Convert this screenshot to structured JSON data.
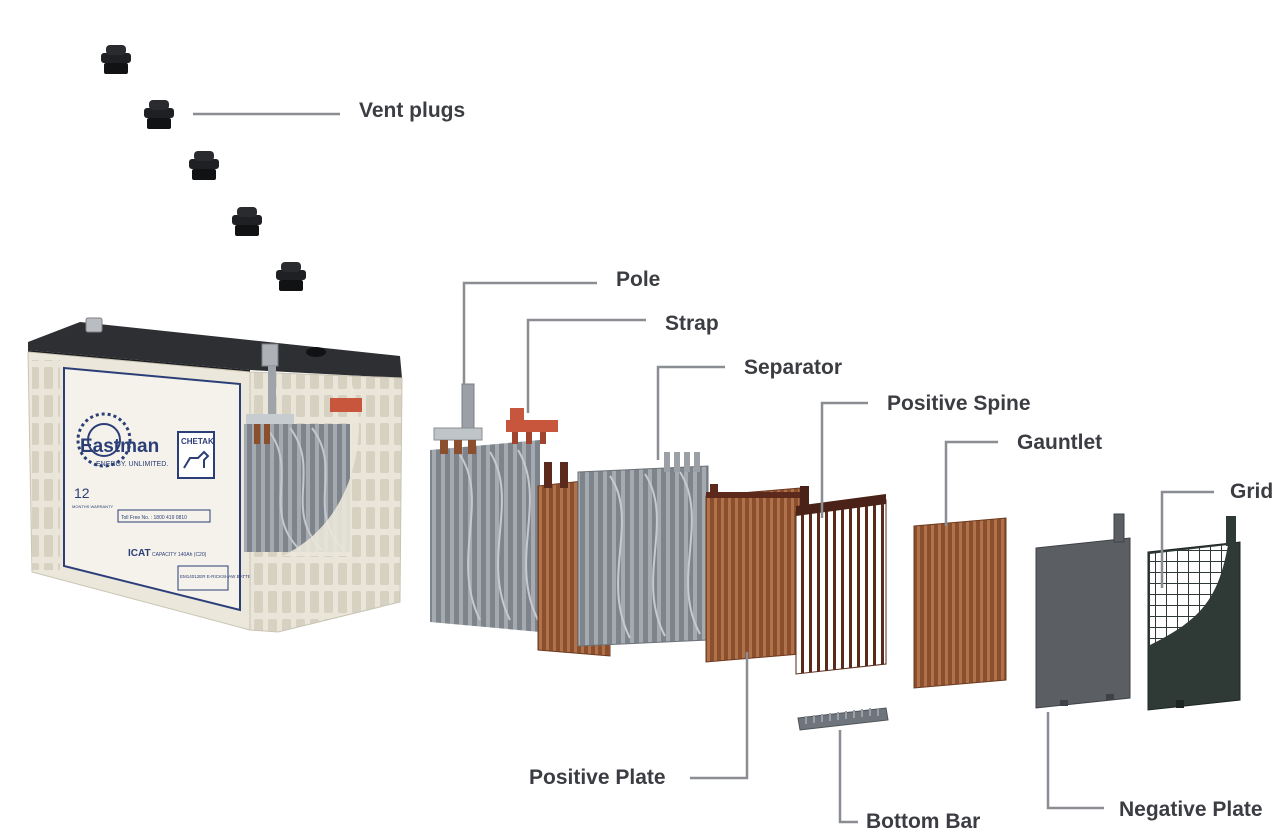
{
  "labels": {
    "vent_plugs": "Vent plugs",
    "pole": "Pole",
    "strap": "Strap",
    "separator": "Separator",
    "positive_spine": "Positive Spine",
    "gauntlet": "Gauntlet",
    "grid": "Grid",
    "positive_plate": "Positive Plate",
    "bottom_bar": "Bottom Bar",
    "negative_plate": "Negative Plate"
  },
  "battery_label": {
    "brand": "Eastman",
    "tagline": "ENERGY. UNLIMITED.",
    "model_badge": "CHETAK",
    "warranty_number": "12",
    "warranty_text": "MONTHS WARRANTY",
    "toll_free": "Toll Free No. : 1800 419 0810",
    "cert": "ICAT",
    "capacity": "CAPACITY 140Ah (C20)",
    "model_code": "EM14012ER E-RICKSHAW BATTERY"
  },
  "colors": {
    "label_text": "#3b3d42",
    "leader_line": "#8a8d92",
    "copper": "#9a5a35",
    "plate_gray": "#8e949b",
    "battery_case": "#e8e4d6",
    "battery_lid": "#2e2f33",
    "negative_plate_fill": "#5b5f64",
    "grid_fill": "#2f3a37"
  }
}
